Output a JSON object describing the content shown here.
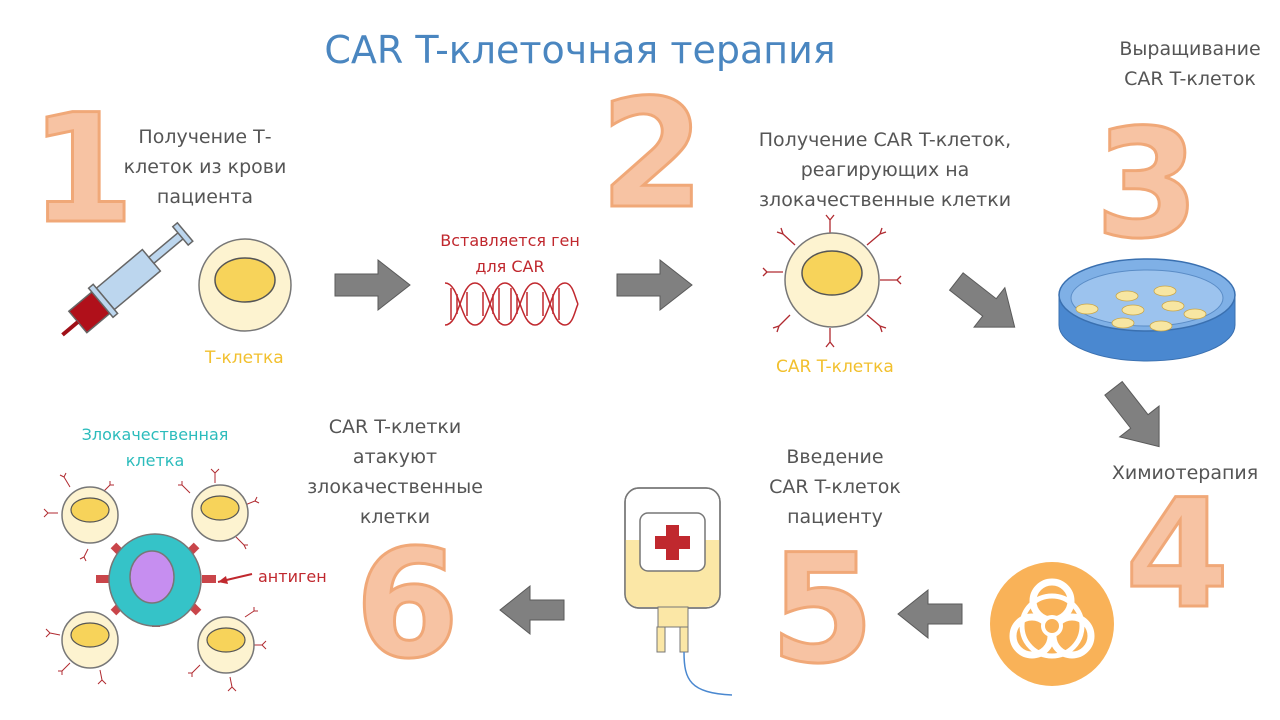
{
  "title": "CAR T-клеточная терапия",
  "steps": [
    {
      "number": "1",
      "label_lines": [
        "Получение Т-",
        "клеток из крови",
        "пациента"
      ]
    },
    {
      "number": "2",
      "label_lines": [
        "Получение CAR T-клеток,",
        "реагирующих на",
        "злокачественные клетки"
      ]
    },
    {
      "number": "3",
      "label_lines": [
        "Выращивание",
        "CAR T-клеток"
      ]
    },
    {
      "number": "4",
      "label_lines": [
        "Химиотерапия"
      ]
    },
    {
      "number": "5",
      "label_lines": [
        "Введение",
        "CAR T-клеток",
        "пациенту"
      ]
    },
    {
      "number": "6",
      "label_lines": [
        "CAR T-клетки",
        "атакуют",
        "злокачественные",
        "клетки"
      ]
    }
  ],
  "labels": {
    "t_cell": "Т-клетка",
    "gene_inserted_lines": [
      "Вставляется ген",
      "для CAR"
    ],
    "car_t_cell": "CAR T-клетка",
    "malignant_cell_lines": [
      "Злокачественная",
      "клетка"
    ],
    "antigen": "антиген"
  },
  "colors": {
    "title": "#4a86c0",
    "number_fill": "#f7c3a3",
    "number_stroke": "#f0a878",
    "cell_fill": "#fdf3d0",
    "nucleus": "#f7d35a",
    "arrow": "#808080",
    "dna": "#c0282e",
    "petri": "#4a88d0",
    "biohazard": "#f9b258",
    "tumor": "#35c3c8",
    "tumor_nucleus": "#c68ef0"
  }
}
